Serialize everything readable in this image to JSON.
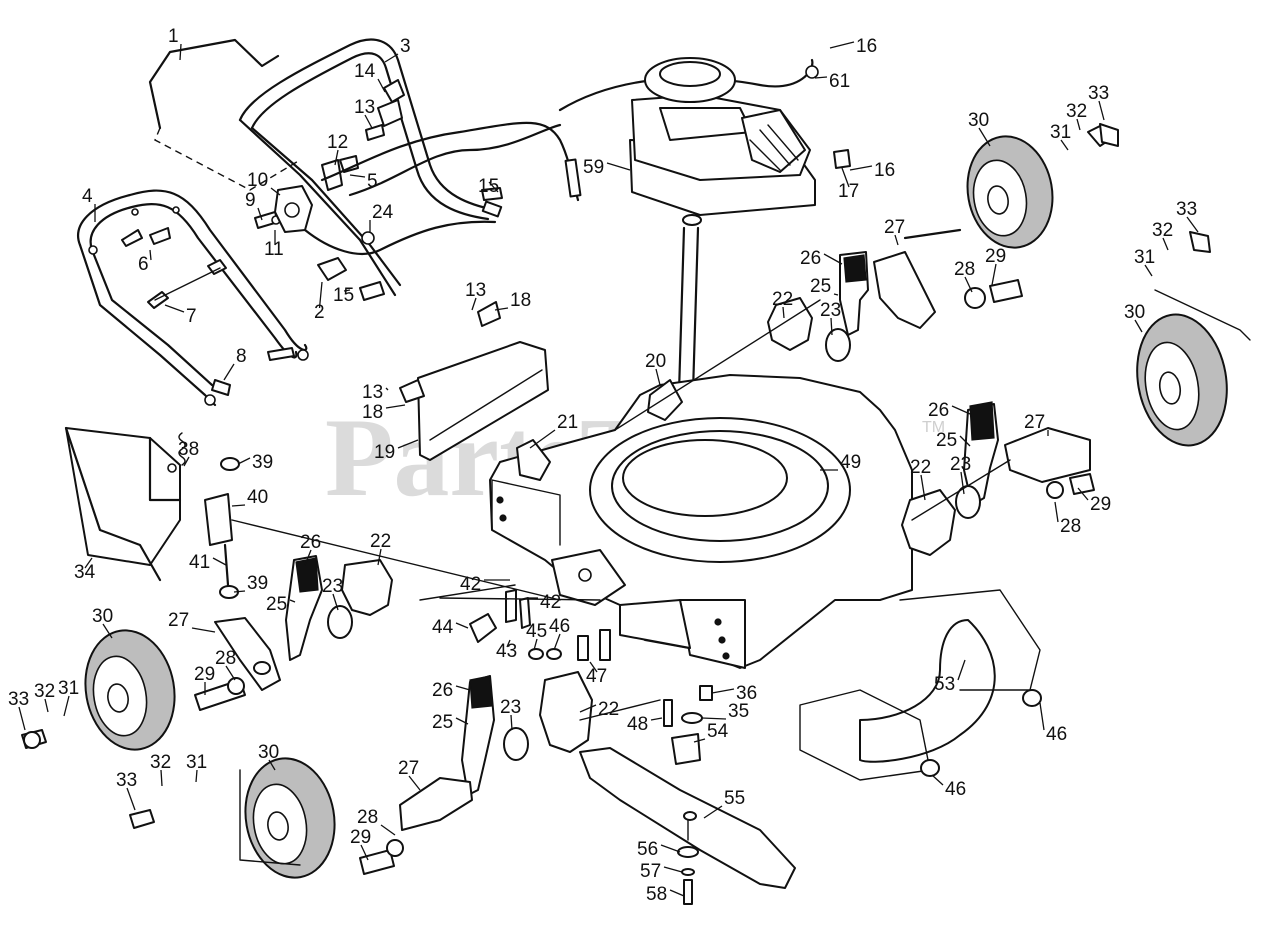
{
  "watermark": {
    "text": "PartsTree",
    "trademark": "TM"
  },
  "callouts": [
    {
      "id": "c1",
      "label": "1"
    },
    {
      "id": "c3",
      "label": "3"
    },
    {
      "id": "c4",
      "label": "4"
    },
    {
      "id": "c5",
      "label": "5"
    },
    {
      "id": "c6",
      "label": "6"
    },
    {
      "id": "c7",
      "label": "7"
    },
    {
      "id": "c8",
      "label": "8"
    },
    {
      "id": "c9",
      "label": "9"
    },
    {
      "id": "c10",
      "label": "10"
    },
    {
      "id": "c11",
      "label": "11"
    },
    {
      "id": "c12",
      "label": "12"
    },
    {
      "id": "c13a",
      "label": "13"
    },
    {
      "id": "c14",
      "label": "14"
    },
    {
      "id": "c15a",
      "label": "15"
    },
    {
      "id": "c15b",
      "label": "15"
    },
    {
      "id": "c2",
      "label": "2"
    },
    {
      "id": "c24",
      "label": "24"
    },
    {
      "id": "c16a",
      "label": "16"
    },
    {
      "id": "c61",
      "label": "61"
    },
    {
      "id": "c59",
      "label": "59"
    },
    {
      "id": "c17",
      "label": "17"
    },
    {
      "id": "c16b",
      "label": "16"
    },
    {
      "id": "c30a",
      "label": "30"
    },
    {
      "id": "c31a",
      "label": "31"
    },
    {
      "id": "c32a",
      "label": "32"
    },
    {
      "id": "c33a",
      "label": "33"
    },
    {
      "id": "c33b",
      "label": "33"
    },
    {
      "id": "c32b",
      "label": "32"
    },
    {
      "id": "c31b",
      "label": "31"
    },
    {
      "id": "c27a",
      "label": "27"
    },
    {
      "id": "c26a",
      "label": "26"
    },
    {
      "id": "c25a",
      "label": "25"
    },
    {
      "id": "c28a",
      "label": "28"
    },
    {
      "id": "c29a",
      "label": "29"
    },
    {
      "id": "c22a",
      "label": "22"
    },
    {
      "id": "c23a",
      "label": "23"
    },
    {
      "id": "c30b",
      "label": "30"
    },
    {
      "id": "c13b",
      "label": "13"
    },
    {
      "id": "c18a",
      "label": "18"
    },
    {
      "id": "c13c",
      "label": "13"
    },
    {
      "id": "c18b",
      "label": "18"
    },
    {
      "id": "c19",
      "label": "19"
    },
    {
      "id": "c20",
      "label": "20"
    },
    {
      "id": "c21",
      "label": "21"
    },
    {
      "id": "c49",
      "label": "49"
    },
    {
      "id": "c26b",
      "label": "26"
    },
    {
      "id": "c25b",
      "label": "25"
    },
    {
      "id": "c27b",
      "label": "27"
    },
    {
      "id": "c22b",
      "label": "22"
    },
    {
      "id": "c23b",
      "label": "23"
    },
    {
      "id": "c28b",
      "label": "28"
    },
    {
      "id": "c29b",
      "label": "29"
    },
    {
      "id": "c38",
      "label": "38"
    },
    {
      "id": "c39a",
      "label": "39"
    },
    {
      "id": "c40",
      "label": "40"
    },
    {
      "id": "c34",
      "label": "34"
    },
    {
      "id": "c41",
      "label": "41"
    },
    {
      "id": "c39b",
      "label": "39"
    },
    {
      "id": "c26c",
      "label": "26"
    },
    {
      "id": "c22c",
      "label": "22"
    },
    {
      "id": "c23c",
      "label": "23"
    },
    {
      "id": "c25c",
      "label": "25"
    },
    {
      "id": "c42a",
      "label": "42"
    },
    {
      "id": "c42b",
      "label": "42"
    },
    {
      "id": "c44",
      "label": "44"
    },
    {
      "id": "c43",
      "label": "43"
    },
    {
      "id": "c45",
      "label": "45"
    },
    {
      "id": "c46a",
      "label": "46"
    },
    {
      "id": "c47",
      "label": "47"
    },
    {
      "id": "c30c",
      "label": "30"
    },
    {
      "id": "c27c",
      "label": "27"
    },
    {
      "id": "c29c",
      "label": "29"
    },
    {
      "id": "c28c",
      "label": "28"
    },
    {
      "id": "c33c",
      "label": "33"
    },
    {
      "id": "c32c",
      "label": "32"
    },
    {
      "id": "c31c",
      "label": "31"
    },
    {
      "id": "c26d",
      "label": "26"
    },
    {
      "id": "c25d",
      "label": "25"
    },
    {
      "id": "c23d",
      "label": "23"
    },
    {
      "id": "c22d",
      "label": "22"
    },
    {
      "id": "c48",
      "label": "48"
    },
    {
      "id": "c36",
      "label": "36"
    },
    {
      "id": "c35",
      "label": "35"
    },
    {
      "id": "c54",
      "label": "54"
    },
    {
      "id": "c53",
      "label": "53"
    },
    {
      "id": "c46b",
      "label": "46"
    },
    {
      "id": "c46c",
      "label": "46"
    },
    {
      "id": "c55",
      "label": "55"
    },
    {
      "id": "c56",
      "label": "56"
    },
    {
      "id": "c57",
      "label": "57"
    },
    {
      "id": "c58",
      "label": "58"
    },
    {
      "id": "c30d",
      "label": "30"
    },
    {
      "id": "c33d",
      "label": "33"
    },
    {
      "id": "c32d",
      "label": "32"
    },
    {
      "id": "c31d",
      "label": "31"
    },
    {
      "id": "c27d",
      "label": "27"
    },
    {
      "id": "c28d",
      "label": "28"
    },
    {
      "id": "c29d",
      "label": "29"
    }
  ]
}
